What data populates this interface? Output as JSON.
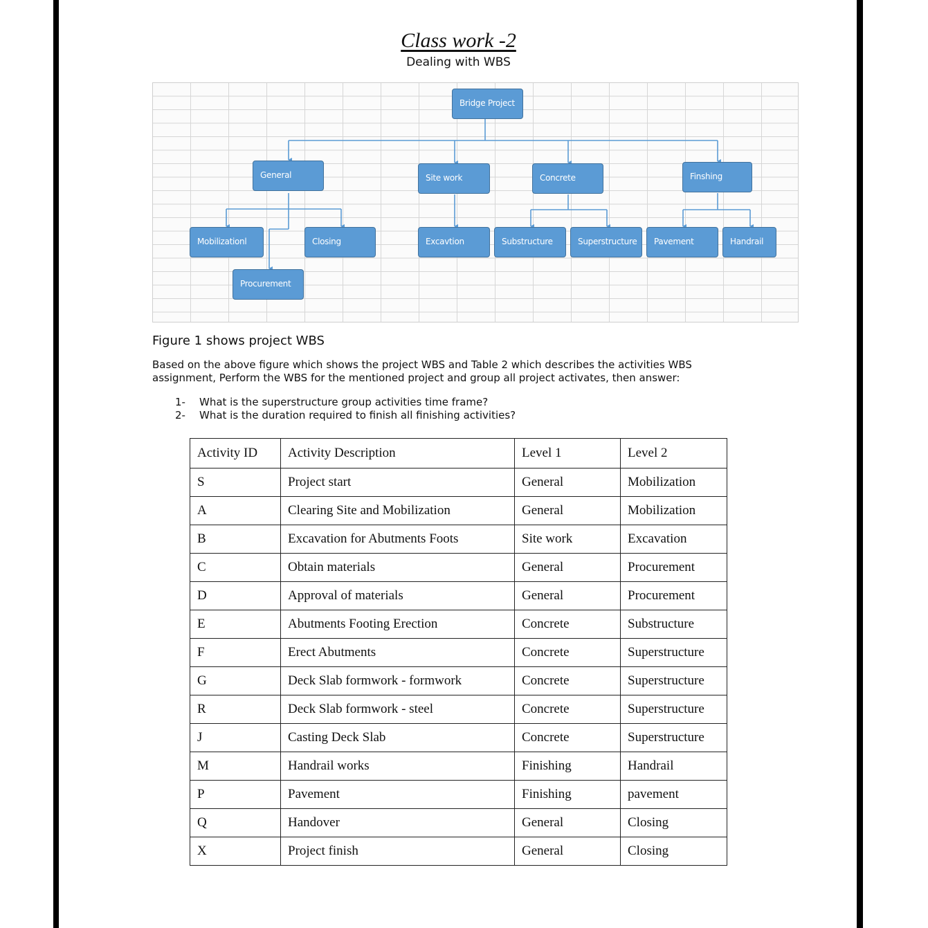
{
  "title": "Class work -2",
  "subtitle": "Dealing with WBS",
  "wbs": {
    "root": "Bridge Project",
    "level1": [
      "General",
      "Site work",
      "Concrete",
      "Finshing"
    ],
    "level2": [
      "Mobilizationl",
      "Closing",
      "Excavtion",
      "Substructure",
      "Superstructure",
      "Pavement",
      "Handrail"
    ],
    "level3": [
      "Procurement"
    ],
    "node_color": "#5b9bd5",
    "line_color": "#5b9bd5"
  },
  "caption": "Figure 1 shows project WBS",
  "paragraph": "Based on the above figure which shows the project WBS and Table 2 which describes the activities WBS assignment, Perform the WBS for the mentioned project and group all project activates, then answer:",
  "questions": [
    {
      "num": "1-",
      "text": "What is the superstructure group activities time frame?"
    },
    {
      "num": "2-",
      "text": "What is the duration required to finish all finishing activities?"
    }
  ],
  "table": {
    "headers": [
      "Activity ID",
      "Activity Description",
      "Level 1",
      "Level 2"
    ],
    "rows": [
      [
        "S",
        "Project start",
        "General",
        "Mobilization"
      ],
      [
        "A",
        "Clearing Site and Mobilization",
        "General",
        "Mobilization"
      ],
      [
        "B",
        "Excavation for Abutments Foots",
        "Site work",
        "Excavation"
      ],
      [
        "C",
        "Obtain materials",
        "General",
        "Procurement"
      ],
      [
        "D",
        "Approval of materials",
        "General",
        "Procurement"
      ],
      [
        "E",
        "Abutments Footing Erection",
        "Concrete",
        "Substructure"
      ],
      [
        "F",
        "Erect Abutments",
        "Concrete",
        "Superstructure"
      ],
      [
        "G",
        "Deck Slab formwork - formwork",
        "Concrete",
        "Superstructure"
      ],
      [
        "R",
        "Deck Slab formwork - steel",
        "Concrete",
        "Superstructure"
      ],
      [
        "J",
        "Casting Deck Slab",
        "Concrete",
        "Superstructure"
      ],
      [
        "M",
        "Handrail works",
        "Finishing",
        "Handrail"
      ],
      [
        "P",
        "Pavement",
        "Finishing",
        "pavement"
      ],
      [
        "Q",
        "Handover",
        "General",
        "Closing"
      ],
      [
        "X",
        "Project finish",
        "General",
        "Closing"
      ]
    ]
  }
}
